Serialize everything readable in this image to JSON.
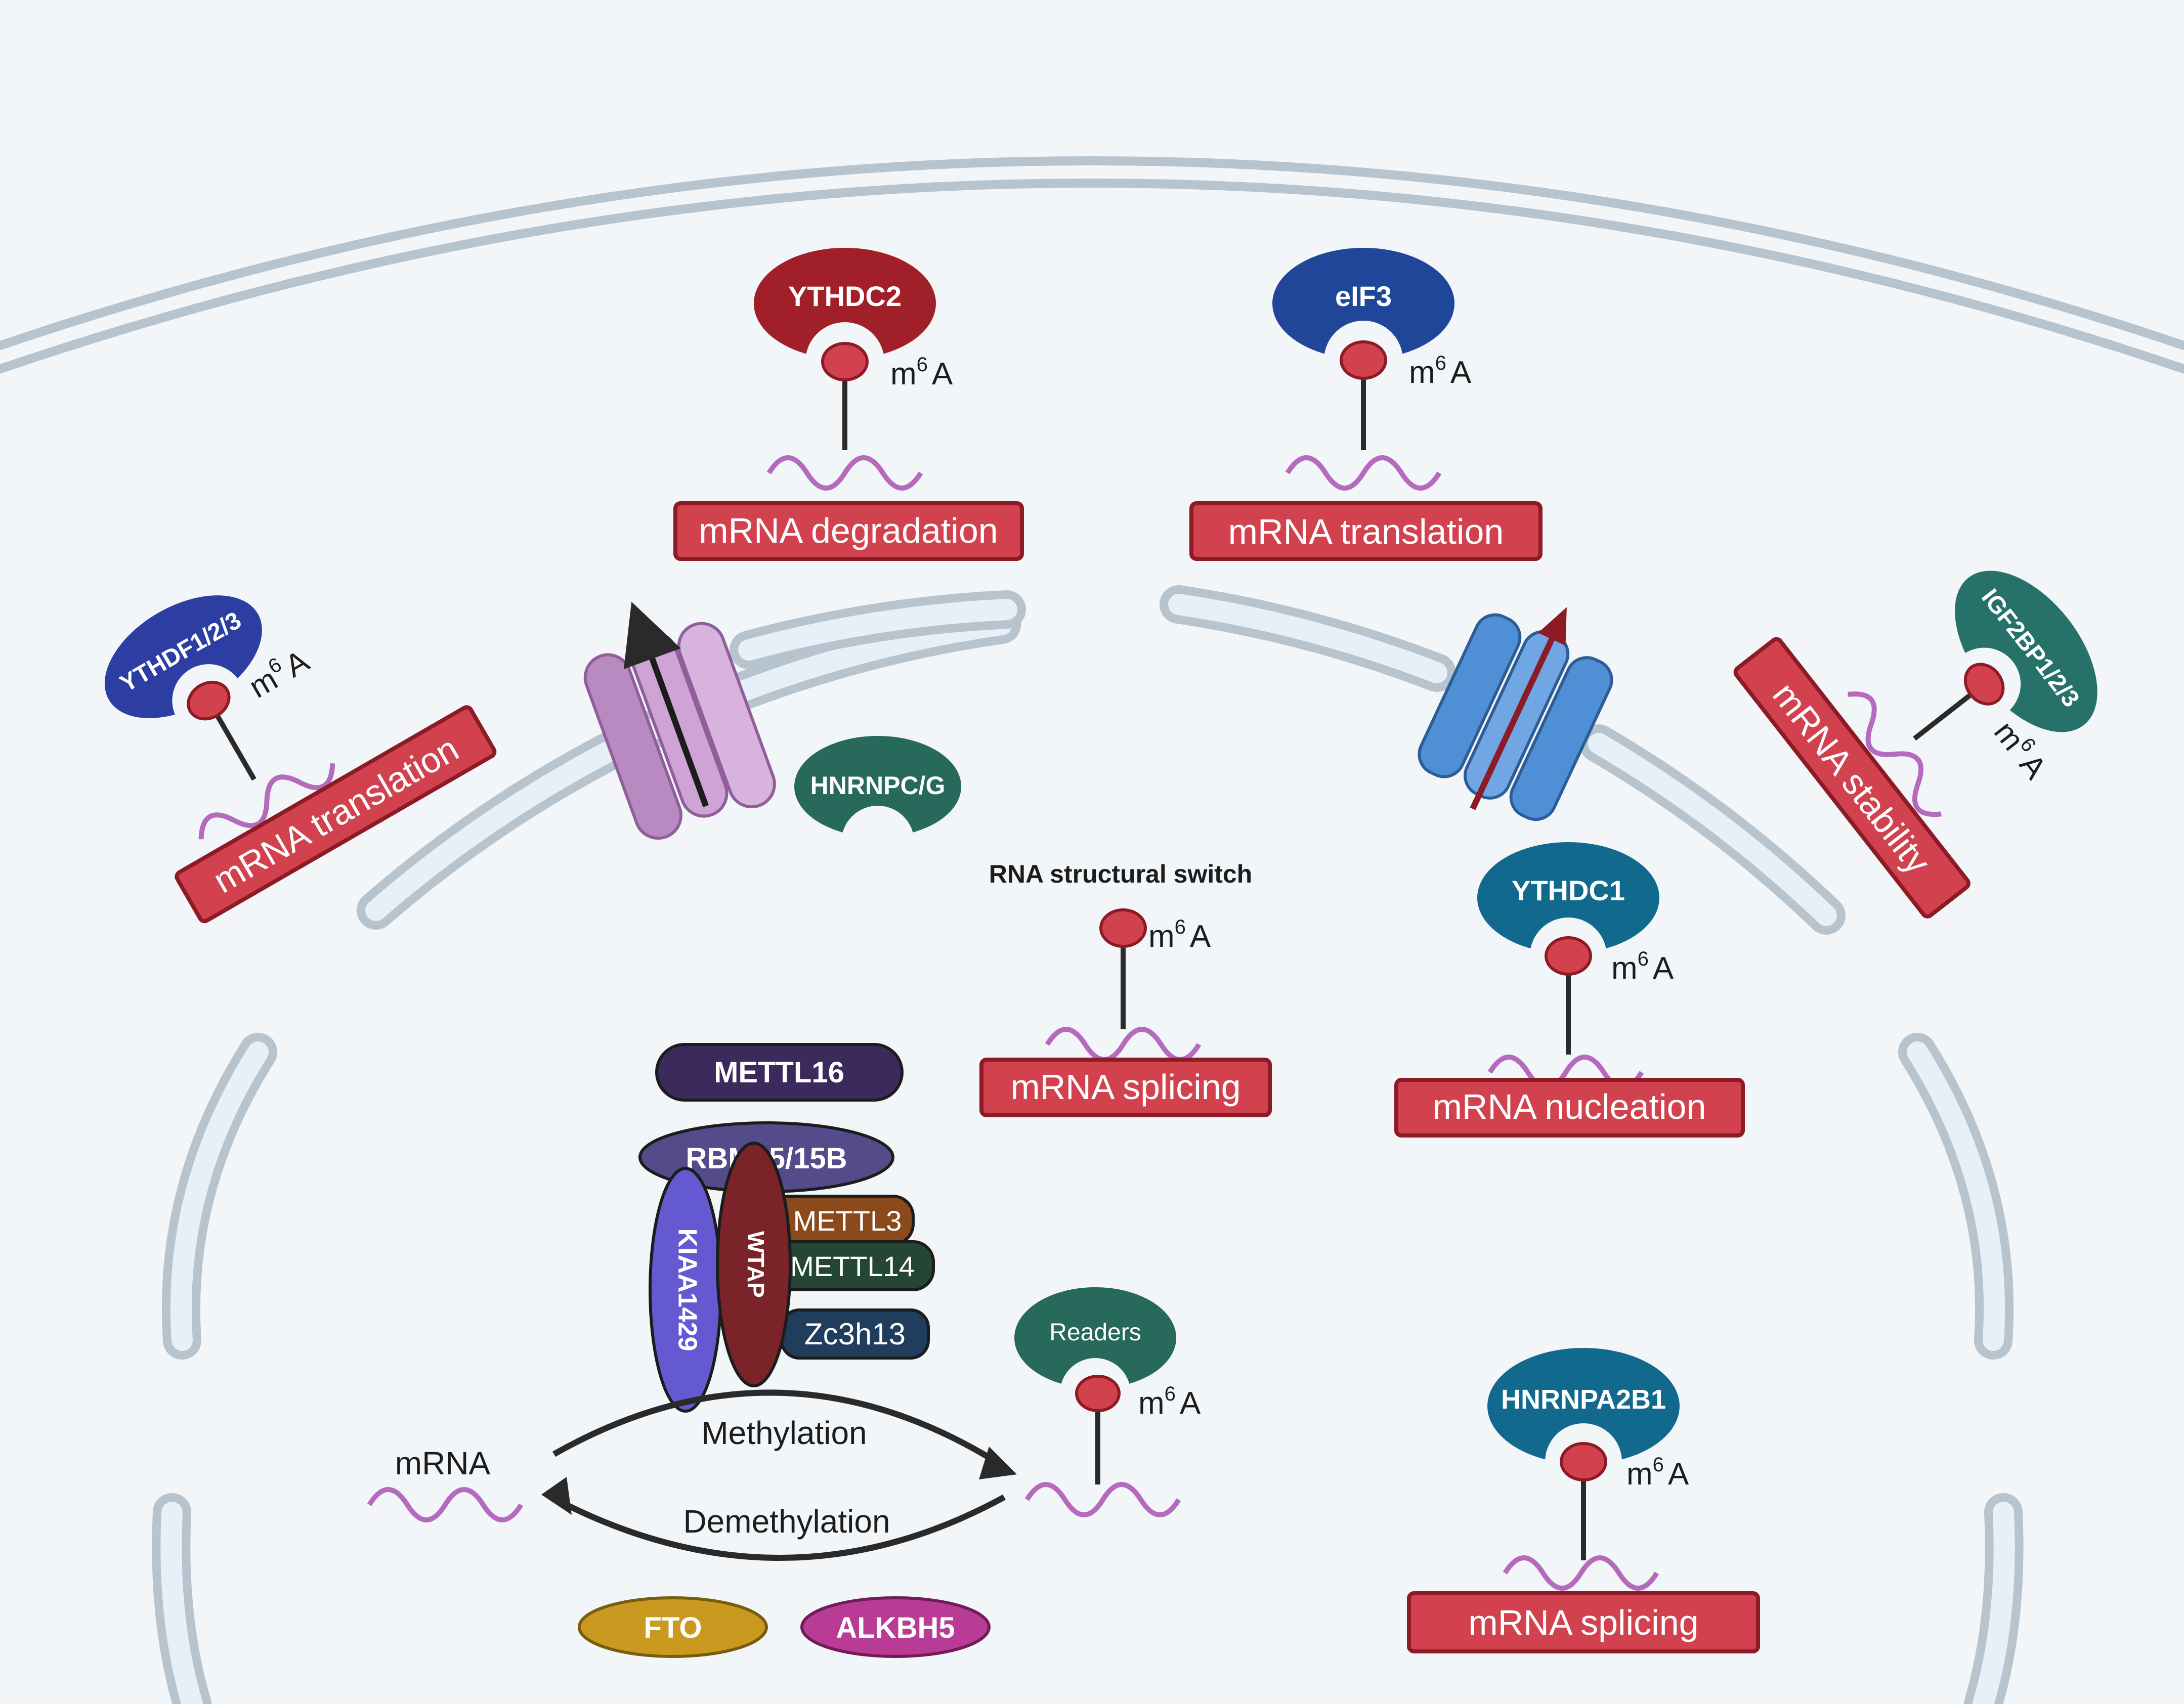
{
  "m6a": {
    "prefix": "m",
    "sup": "6",
    "suffix": "A"
  },
  "cytoplasm": {
    "ythdc2": {
      "protein": "YTHDC2",
      "process": "mRNA degradation"
    },
    "eif3": {
      "protein": "eIF3",
      "process": "mRNA translation"
    },
    "ythdf": {
      "protein": "YTHDF1/2/3",
      "process": "mRNA translation"
    },
    "igf2bp": {
      "protein": "IGF2BP1/2/3",
      "process": "mRNA stability"
    }
  },
  "nucleus": {
    "hnrnpcg": {
      "protein": "HNRNPC/G",
      "caption": "RNA structural switch",
      "process": "mRNA splicing"
    },
    "ythdc1": {
      "protein": "YTHDC1",
      "process": "mRNA nucleation"
    },
    "hnrnpa2b1": {
      "protein": "HNRNPA2B1",
      "process": "mRNA splicing"
    },
    "writers": {
      "mettl16": "METTL16",
      "rbm15": "RBM15/15B",
      "kiaa1429": "KIAA1429",
      "wtap": "WTAP",
      "mettl3": "METTL3",
      "mettl14": "METTL14",
      "zc3h13": "Zc3h13"
    },
    "cycle": {
      "mrna": "mRNA",
      "readers": "Readers",
      "methylation": "Methylation",
      "demethylation": "Demethylation"
    },
    "erasers": {
      "fto": "FTO",
      "alkbh5": "ALKBH5"
    }
  },
  "colors": {
    "background": "#f3f6f9",
    "membrane": "#b7c3cd",
    "membrane_inner": "#e7f0f8",
    "process_box": "#d2414e",
    "process_box_border": "#8c1b26",
    "m6a_dot": "#d2414e",
    "wave": "#b56bbd",
    "ythdc2": "#a11f28",
    "eif3": "#20469a",
    "ythdf": "#2c3ea2",
    "igf2bp": "#26726b",
    "hnrnpcg": "#27695a",
    "ythdc1": "#116a8e",
    "hnrnpa2b1": "#116a8e",
    "readers": "#27695a",
    "mettl16": "#3d2a5c",
    "rbm15": "#544c8a",
    "kiaa1429": "#6559d1",
    "wtap": "#7a2329",
    "mettl3": "#8a4a1c",
    "mettl14": "#244634",
    "zc3h13": "#1f3d5c",
    "fto": "#c99a1f",
    "alkbh5": "#b83b95"
  }
}
